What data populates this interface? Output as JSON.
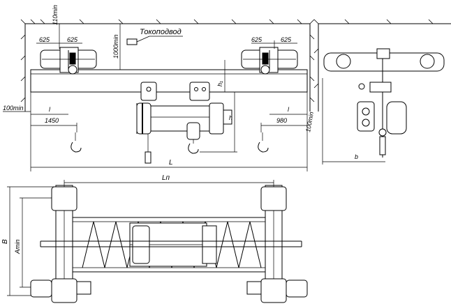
{
  "figure": {
    "labels": {
      "trolley_wire": "Токоподвод",
      "dim_110": "110min",
      "dim_1000": "1000min",
      "dim_625": "625",
      "dim_100_left": "100min",
      "dim_100_right": "100min",
      "dim_l": "l",
      "dim_1450": "1450",
      "dim_980": "980",
      "dim_h1": "h₁",
      "dim_h": "h",
      "dim_L": "L",
      "dim_b": "b",
      "dim_Ln": "Lп",
      "dim_B": "B",
      "dim_Amin": "Amin"
    }
  }
}
